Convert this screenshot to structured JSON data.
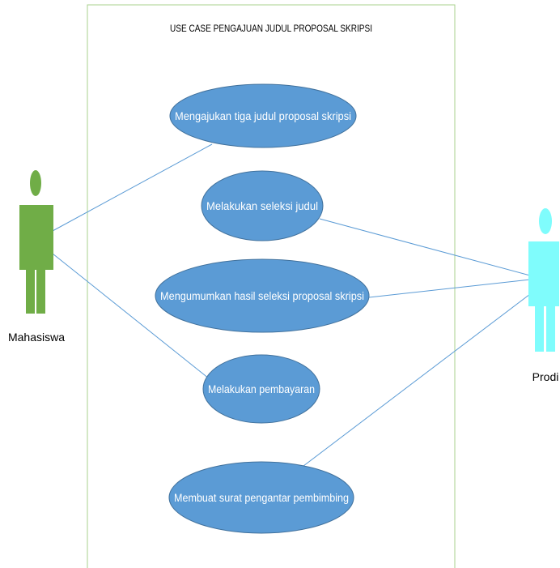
{
  "title": "USE CASE PENGAJUAN JUDUL PROPOSAL SKRIPSI",
  "actors": {
    "mahasiswa": {
      "label": "Mahasiswa",
      "color": "#70ad47"
    },
    "prodi": {
      "label": "Prodi",
      "color": "#7ffcfc"
    }
  },
  "use_cases": [
    "Mengajukan tiga judul proposal skripsi",
    "Melakukan seleksi judul",
    "Mengumumkan hasil seleksi proposal skripsi",
    "Melakukan pembayaran",
    "Membuat surat pengantar pembimbing"
  ],
  "colors": {
    "use_case_fill": "#5b9bd5",
    "use_case_stroke": "#41719c",
    "boundary": "#a9d18e",
    "association": "#5b9bd5"
  }
}
